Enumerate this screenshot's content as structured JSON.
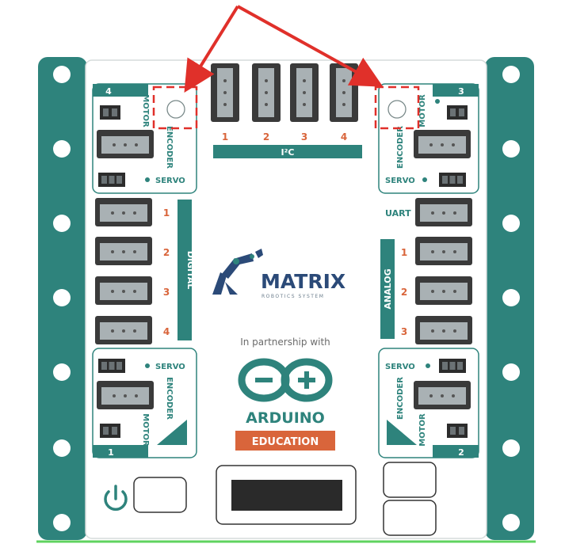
{
  "colors": {
    "teal": "#2e837c",
    "teal_light": "#3f9a92",
    "connector_dark": "#3a3a3a",
    "connector_face": "#9aa3a6",
    "highlight_red": "#e0302a",
    "arduino_orange": "#d9653b",
    "green_line": "#5fd35f"
  },
  "i2c": {
    "label": "I²C",
    "ports": [
      "1",
      "2",
      "3",
      "4"
    ]
  },
  "block_4": {
    "number": "4",
    "motor": "MOTOR",
    "encoder": "ENCODER",
    "servo": "SERVO"
  },
  "block_3": {
    "number": "3",
    "motor": "MOTOR",
    "encoder": "ENCODER",
    "servo": "SERVO"
  },
  "block_1": {
    "number": "1",
    "motor": "MOTOR",
    "encoder": "ENCODER",
    "servo": "SERVO"
  },
  "block_2": {
    "number": "2",
    "motor": "MOTOR",
    "encoder": "ENCODER",
    "servo": "SERVO"
  },
  "digital": {
    "label": "DIGITAL",
    "ports": [
      "1",
      "2",
      "3",
      "4"
    ]
  },
  "analog": {
    "label": "ANALOG",
    "uart": "UART",
    "ports": [
      "1",
      "2",
      "3"
    ]
  },
  "brand": {
    "name": "MATRIX",
    "tagline": "ROBOTICS SYSTEM",
    "partnership": "In partnership with",
    "arduino": "ARDUINO",
    "education": "EDUCATION"
  },
  "icons": [
    "power-icon",
    "arduino-infinity-icon",
    "robot-arm-logo-icon",
    "arrow-icon"
  ]
}
